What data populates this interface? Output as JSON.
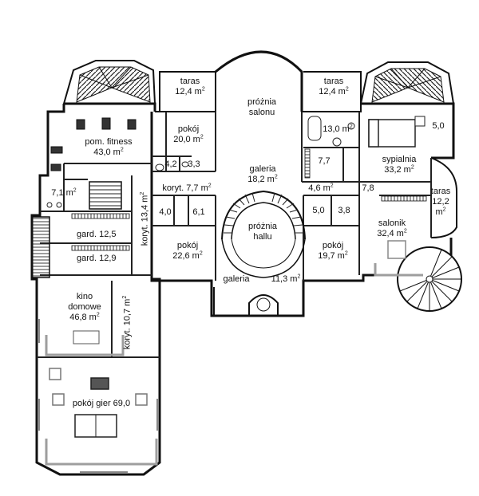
{
  "unit": "m2",
  "rooms": {
    "taras_left": {
      "name": "taras",
      "area": "12,4 m",
      "sup": "2"
    },
    "taras_right": {
      "name": "taras",
      "area": "12,4 m",
      "sup": "2"
    },
    "proznia_salonu": {
      "line1": "próżnia",
      "line2": "salonu"
    },
    "pokoj_20": {
      "name": "pokój",
      "area": "20,0 m",
      "sup": "2"
    },
    "bath_13": {
      "area": "13,0 m",
      "sup": "2"
    },
    "box_5": {
      "area": "5,0"
    },
    "fitness": {
      "name": "pom. fitness",
      "area": "43,0 m",
      "sup": "2"
    },
    "wc_42": {
      "area": "4,2"
    },
    "wc_33": {
      "area": "3,3"
    },
    "galeria_top": {
      "name": "galeria",
      "area": "18,2 m",
      "sup": "2"
    },
    "closet_77": {
      "area": "7,7"
    },
    "sypialnia": {
      "name": "sypialnia",
      "area": "33,2 m",
      "sup": "2"
    },
    "room_71": {
      "area": "7,1 m",
      "sup": "2"
    },
    "koryt_77": {
      "text": "koryt. 7,7 m",
      "sup": "2"
    },
    "hall_46": {
      "area": "4,6 m",
      "sup": "2"
    },
    "room_78": {
      "area": "7,8"
    },
    "taras_small": {
      "name": "taras",
      "area": "12,2",
      "unit": "m",
      "sup": "2"
    },
    "koryt_134": {
      "text": "koryt. 13,4 m",
      "sup": "2"
    },
    "wc_40": {
      "area": "4,0"
    },
    "wc_61": {
      "area": "6,1"
    },
    "proznia_hallu": {
      "line1": "próżnia",
      "line2": "hallu"
    },
    "wc_50": {
      "area": "5,0"
    },
    "wc_38": {
      "area": "3,8"
    },
    "salonik": {
      "name": "salonik",
      "area": "32,4 m",
      "sup": "2"
    },
    "gard_125": {
      "text": "gard. 12,5"
    },
    "gard_129": {
      "text": "gard. 12,9"
    },
    "pokoj_226": {
      "name": "pokój",
      "area": "22,6 m",
      "sup": "2"
    },
    "pokoj_197": {
      "name": "pokój",
      "area": "19,7 m",
      "sup": "2"
    },
    "galeria_bottom": {
      "name": "galeria",
      "area": "11,3 m",
      "sup": "2"
    },
    "kino": {
      "line1": "kino",
      "line2": "domowe",
      "area": "46,8 m",
      "sup": "2"
    },
    "koryt_107": {
      "text": "koryt. 10,7 m",
      "sup": "2"
    },
    "pokoj_gier": {
      "text": "pokój gier 69,0"
    }
  },
  "colors": {
    "wall": "#1a1a1a",
    "line": "#444444",
    "furniture": "#bdbdbd",
    "paper": "#ffffff"
  }
}
